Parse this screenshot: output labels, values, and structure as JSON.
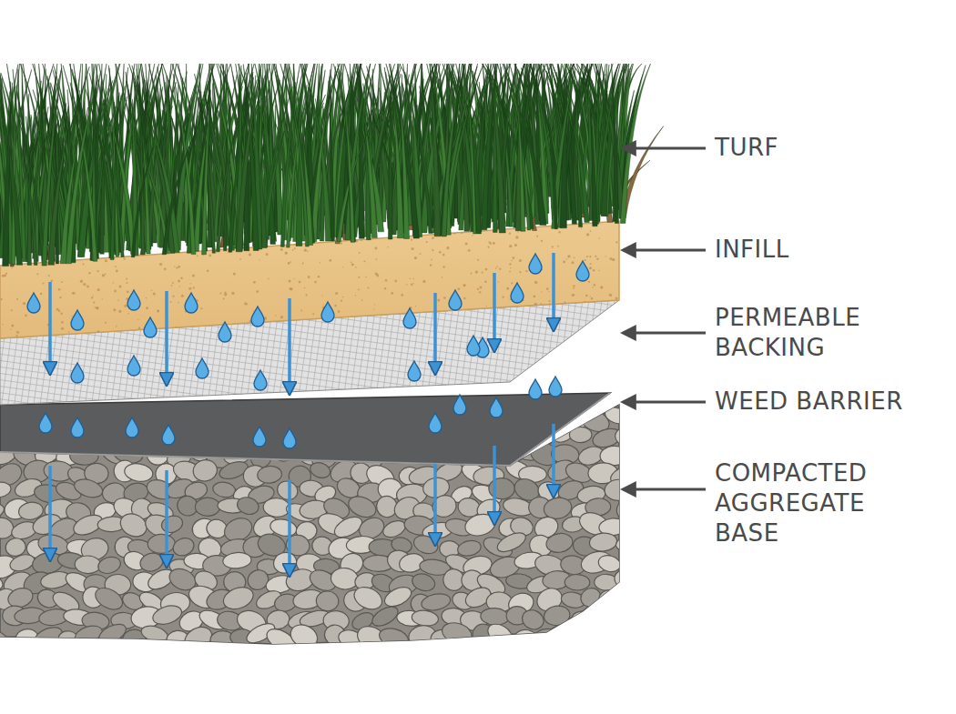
{
  "diagram": {
    "labels": [
      "TURF",
      "INFILL",
      "PERMEABLE BACKING",
      "WEED BARRIER",
      "COMPACTED AGGREGATE BASE"
    ]
  }
}
